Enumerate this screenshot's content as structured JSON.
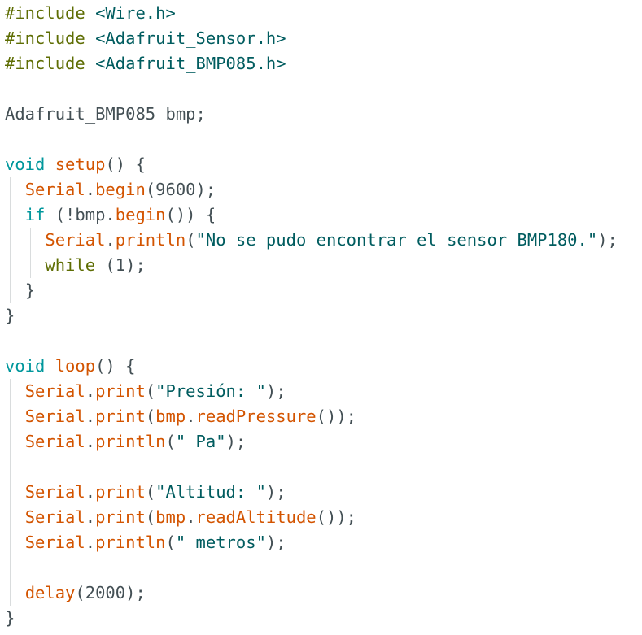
{
  "editor": {
    "colors": {
      "background": "#ffffff",
      "text": "#434f54",
      "preprocessor": "#5e6d03",
      "keyword": "#00979c",
      "function": "#d35400",
      "string": "#005c5f",
      "indent_guide": "#d9dcdd"
    },
    "lines": [
      {
        "indent": 0,
        "tokens": [
          {
            "t": "pre",
            "v": "#include"
          },
          {
            "t": "id",
            "v": " "
          },
          {
            "t": "str",
            "v": "<Wire.h>"
          }
        ]
      },
      {
        "indent": 0,
        "tokens": [
          {
            "t": "pre",
            "v": "#include"
          },
          {
            "t": "id",
            "v": " "
          },
          {
            "t": "str",
            "v": "<Adafruit_Sensor.h>"
          }
        ]
      },
      {
        "indent": 0,
        "tokens": [
          {
            "t": "pre",
            "v": "#include"
          },
          {
            "t": "id",
            "v": " "
          },
          {
            "t": "str",
            "v": "<Adafruit_BMP085.h>"
          }
        ]
      },
      {
        "indent": 0,
        "tokens": []
      },
      {
        "indent": 0,
        "tokens": [
          {
            "t": "id",
            "v": "Adafruit_BMP085 bmp;"
          }
        ]
      },
      {
        "indent": 0,
        "tokens": []
      },
      {
        "indent": 0,
        "tokens": [
          {
            "t": "kw",
            "v": "void"
          },
          {
            "t": "id",
            "v": " "
          },
          {
            "t": "fn",
            "v": "setup"
          },
          {
            "t": "punc",
            "v": "() {"
          }
        ]
      },
      {
        "indent": 1,
        "tokens": [
          {
            "t": "fn",
            "v": "Serial"
          },
          {
            "t": "punc",
            "v": "."
          },
          {
            "t": "fn",
            "v": "begin"
          },
          {
            "t": "punc",
            "v": "(9600);"
          }
        ]
      },
      {
        "indent": 1,
        "tokens": [
          {
            "t": "kw",
            "v": "if"
          },
          {
            "t": "punc",
            "v": " (!bmp."
          },
          {
            "t": "fn",
            "v": "begin"
          },
          {
            "t": "punc",
            "v": "()) {"
          }
        ]
      },
      {
        "indent": 2,
        "tokens": [
          {
            "t": "fn",
            "v": "Serial"
          },
          {
            "t": "punc",
            "v": "."
          },
          {
            "t": "fn",
            "v": "println"
          },
          {
            "t": "punc",
            "v": "("
          },
          {
            "t": "str",
            "v": "\"No se pudo encontrar el sensor BMP180.\""
          },
          {
            "t": "punc",
            "v": ");"
          }
        ]
      },
      {
        "indent": 2,
        "tokens": [
          {
            "t": "pre",
            "v": "while"
          },
          {
            "t": "punc",
            "v": " (1);"
          }
        ]
      },
      {
        "indent": 1,
        "tokens": [
          {
            "t": "punc",
            "v": "}"
          }
        ]
      },
      {
        "indent": 0,
        "tokens": [
          {
            "t": "punc",
            "v": "}"
          }
        ]
      },
      {
        "indent": 0,
        "tokens": []
      },
      {
        "indent": 0,
        "tokens": [
          {
            "t": "kw",
            "v": "void"
          },
          {
            "t": "id",
            "v": " "
          },
          {
            "t": "fn",
            "v": "loop"
          },
          {
            "t": "punc",
            "v": "() {"
          }
        ]
      },
      {
        "indent": 1,
        "tokens": [
          {
            "t": "fn",
            "v": "Serial"
          },
          {
            "t": "punc",
            "v": "."
          },
          {
            "t": "fn",
            "v": "print"
          },
          {
            "t": "punc",
            "v": "("
          },
          {
            "t": "str",
            "v": "\"Presión: \""
          },
          {
            "t": "punc",
            "v": ");"
          }
        ]
      },
      {
        "indent": 1,
        "tokens": [
          {
            "t": "fn",
            "v": "Serial"
          },
          {
            "t": "punc",
            "v": "."
          },
          {
            "t": "fn",
            "v": "print"
          },
          {
            "t": "punc",
            "v": "("
          },
          {
            "t": "fn",
            "v": "bmp"
          },
          {
            "t": "punc",
            "v": "."
          },
          {
            "t": "fn",
            "v": "readPressure"
          },
          {
            "t": "punc",
            "v": "());"
          }
        ]
      },
      {
        "indent": 1,
        "tokens": [
          {
            "t": "fn",
            "v": "Serial"
          },
          {
            "t": "punc",
            "v": "."
          },
          {
            "t": "fn",
            "v": "println"
          },
          {
            "t": "punc",
            "v": "("
          },
          {
            "t": "str",
            "v": "\" Pa\""
          },
          {
            "t": "punc",
            "v": ");"
          }
        ]
      },
      {
        "indent": 1,
        "tokens": []
      },
      {
        "indent": 1,
        "tokens": [
          {
            "t": "fn",
            "v": "Serial"
          },
          {
            "t": "punc",
            "v": "."
          },
          {
            "t": "fn",
            "v": "print"
          },
          {
            "t": "punc",
            "v": "("
          },
          {
            "t": "str",
            "v": "\"Altitud: \""
          },
          {
            "t": "punc",
            "v": ");"
          }
        ]
      },
      {
        "indent": 1,
        "tokens": [
          {
            "t": "fn",
            "v": "Serial"
          },
          {
            "t": "punc",
            "v": "."
          },
          {
            "t": "fn",
            "v": "print"
          },
          {
            "t": "punc",
            "v": "("
          },
          {
            "t": "fn",
            "v": "bmp"
          },
          {
            "t": "punc",
            "v": "."
          },
          {
            "t": "fn",
            "v": "readAltitude"
          },
          {
            "t": "punc",
            "v": "());"
          }
        ]
      },
      {
        "indent": 1,
        "tokens": [
          {
            "t": "fn",
            "v": "Serial"
          },
          {
            "t": "punc",
            "v": "."
          },
          {
            "t": "fn",
            "v": "println"
          },
          {
            "t": "punc",
            "v": "("
          },
          {
            "t": "str",
            "v": "\" metros\""
          },
          {
            "t": "punc",
            "v": ");"
          }
        ]
      },
      {
        "indent": 1,
        "tokens": []
      },
      {
        "indent": 1,
        "tokens": [
          {
            "t": "fn",
            "v": "delay"
          },
          {
            "t": "punc",
            "v": "(2000);"
          }
        ]
      },
      {
        "indent": 0,
        "tokens": [
          {
            "t": "punc",
            "v": "}"
          }
        ]
      }
    ]
  }
}
